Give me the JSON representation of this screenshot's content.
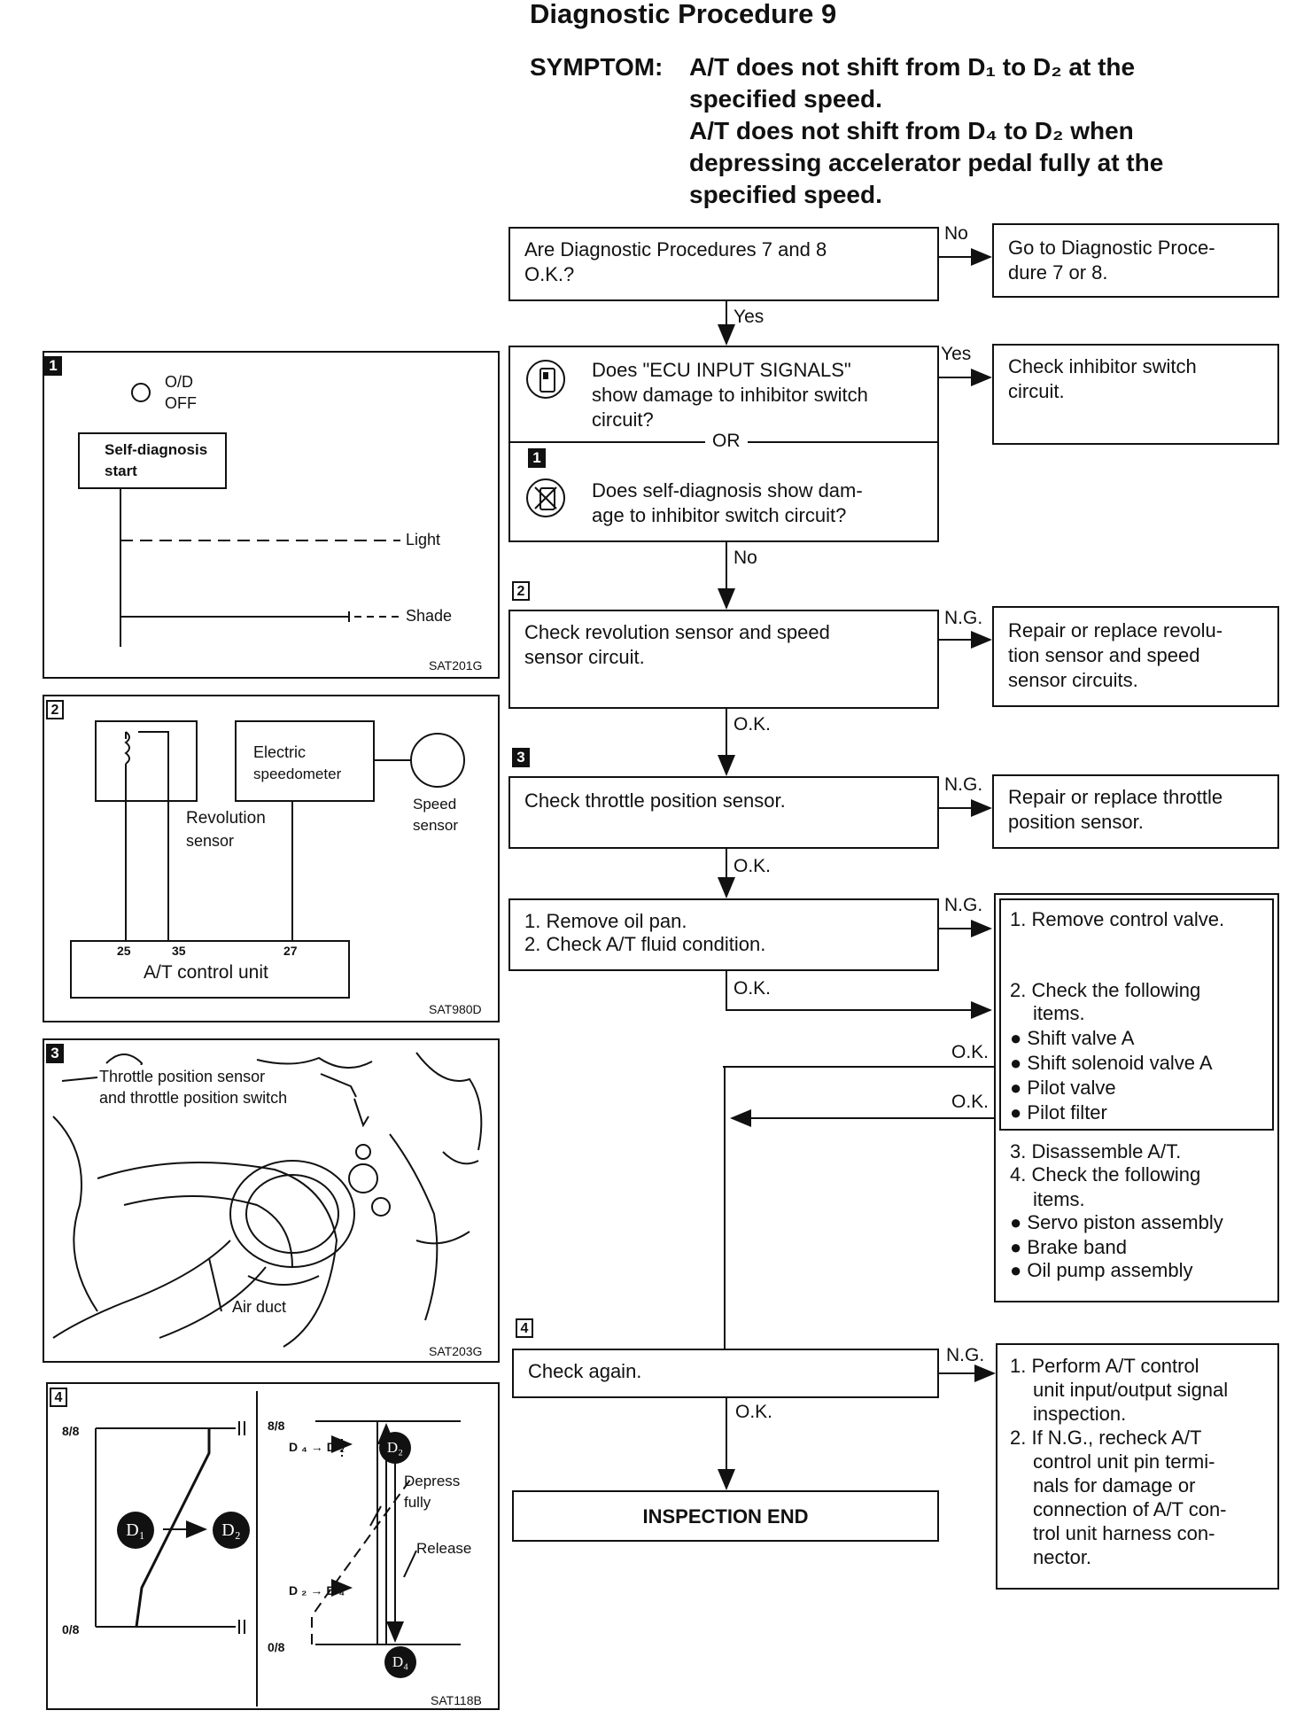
{
  "title": "Diagnostic Procedure 9",
  "symptom": {
    "label": "SYMPTOM:",
    "line1": "A/T does not shift from D₁ to D₂ at the",
    "line2": "specified speed.",
    "line3": "A/T does not shift from D₄ to D₂ when",
    "line4": "depressing accelerator pedal fully at the",
    "line5": "specified speed."
  },
  "flow": {
    "q1": {
      "l1": "Are Diagnostic Procedures 7 and 8",
      "l2": "O.K.?"
    },
    "q1_no": "No",
    "q1_no_box": {
      "l1": "Go to Diagnostic Proce-",
      "l2": "dure 7 or 8."
    },
    "q1_yes": "Yes",
    "q2": {
      "l1": "Does \"ECU INPUT SIGNALS\"",
      "l2": "show damage to inhibitor switch",
      "l3": "circuit?"
    },
    "q2_or": "OR",
    "q2_tag": "1",
    "q2b": {
      "l1": "Does self-diagnosis show dam-",
      "l2": "age to inhibitor switch circuit?"
    },
    "q2_yes": "Yes",
    "q2_yes_box": {
      "l1": "Check inhibitor switch",
      "l2": "circuit."
    },
    "q2_no": "No",
    "s2_tag": "2",
    "s2": {
      "l1": "Check revolution sensor and speed",
      "l2": "sensor circuit."
    },
    "s2_ng": "N.G.",
    "s2_ng_box": {
      "l1": "Repair or replace revolu-",
      "l2": "tion sensor and speed",
      "l3": "sensor circuits."
    },
    "s2_ok": "O.K.",
    "s3_tag": "3",
    "s3": "Check throttle position sensor.",
    "s3_ng": "N.G.",
    "s3_ng_box": {
      "l1": "Repair or replace throttle",
      "l2": "position sensor."
    },
    "s3_ok": "O.K.",
    "s4": {
      "l1": "1. Remove oil pan.",
      "l2": "2. Check A/T fluid condition."
    },
    "s4_ng": "N.G.",
    "s4_ok": "O.K.",
    "valve_box": {
      "l1": "1. Remove control valve.",
      "l2": "2. Check the following",
      "l3": "items.",
      "l4": "● Shift valve A",
      "l5": "● Shift solenoid valve A",
      "l6": "● Pilot valve",
      "l7": "● Pilot filter",
      "l8": "3. Disassemble A/T.",
      "l9": "4. Check the following",
      "l10": "items.",
      "l11": "● Servo piston assembly",
      "l12": "● Brake band",
      "l13": "● Oil pump assembly"
    },
    "valve_ok1": "O.K.",
    "valve_ok2": "O.K.",
    "s5_tag": "4",
    "s5": "Check again.",
    "s5_ng": "N.G.",
    "s5_ng_box": {
      "l1": "1. Perform A/T control",
      "l2": "unit input/output signal",
      "l3": "inspection.",
      "l4": "2. If N.G., recheck A/T",
      "l5": "control unit pin termi-",
      "l6": "nals for damage or",
      "l7": "connection of A/T con-",
      "l8": "trol unit harness con-",
      "l9": "nector."
    },
    "s5_ok": "O.K.",
    "end": "INSPECTION END"
  },
  "fig1": {
    "tag": "1",
    "od_l1": "O/D",
    "od_l2": "OFF",
    "start_l1": "Self-diagnosis",
    "start_l2": "start",
    "light": "Light",
    "shade": "Shade",
    "code": "SAT201G"
  },
  "fig2": {
    "tag": "2",
    "speedo_l1": "Electric",
    "speedo_l2": "speedometer",
    "rev_l1": "Revolution",
    "rev_l2": "sensor",
    "speed_l1": "Speed",
    "speed_l2": "sensor",
    "pin1": "25",
    "pin2": "35",
    "pin3": "27",
    "unit": "A/T control unit",
    "code": "SAT980D"
  },
  "fig3": {
    "tag": "3",
    "l1": "Throttle position sensor",
    "l2": "and throttle position switch",
    "duct": "Air duct",
    "code": "SAT203G"
  },
  "fig4": {
    "tag": "4",
    "left_top": "8/8",
    "left_bot": "0/8",
    "d1": "D₁",
    "d2": "D₂",
    "right_top": "8/8",
    "right_bot": "0/8",
    "d4_d2": "D₄→D₂",
    "depress_l1": "Depress",
    "depress_l2": "fully",
    "release": "Release",
    "d2_d4": "D₂→D₄",
    "circ_d2": "D₂",
    "circ_d4": "D₄",
    "code": "SAT118B"
  }
}
